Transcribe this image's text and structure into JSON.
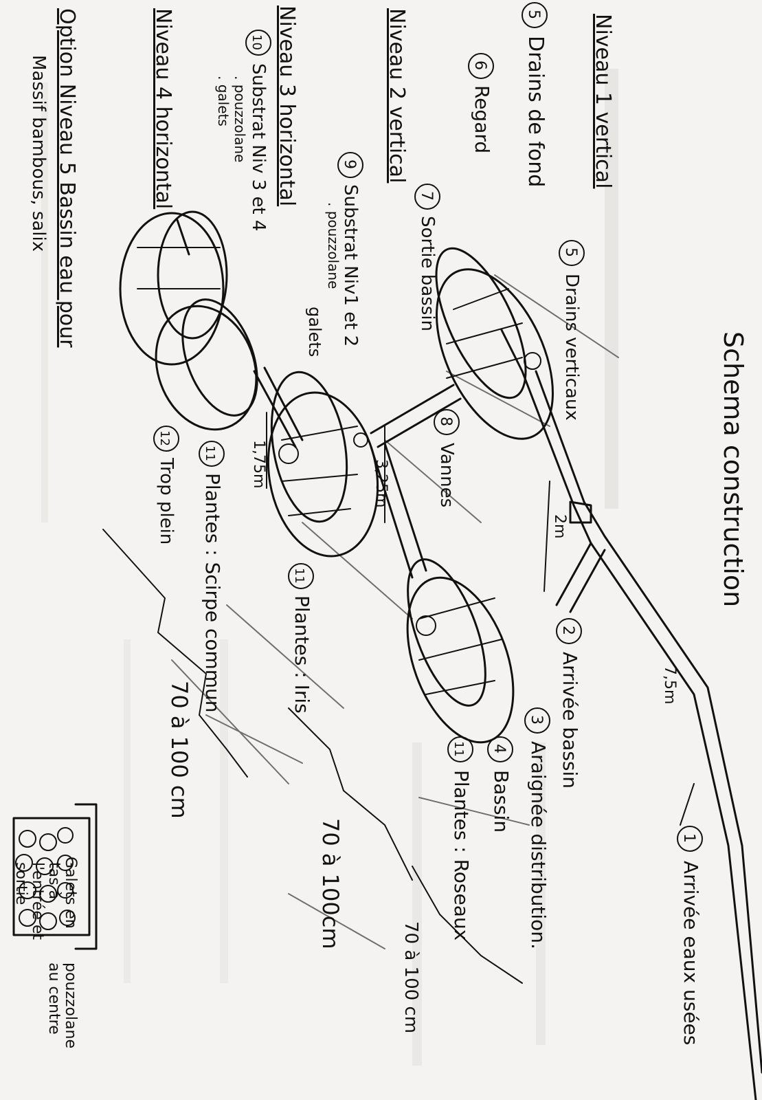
{
  "title": "Schema construction",
  "levels": {
    "n1": "Niveau 1 vertical",
    "n2": "Niveau 2 vertical",
    "n3": "Niveau 3 horizontal",
    "n4": "Niveau 4 horizontal",
    "n5": "Option Niveau 5 Bassin eau pour",
    "n5_sub": "Massif bambous, salix"
  },
  "legend": {
    "l5": "Drains de fond",
    "l6": "Regard",
    "l7": "Sortie bassin",
    "l9": "Substrat Niv1 et 2",
    "l9_sub": ". pouzzolane",
    "l10": "Substrat Niv 3 et 4",
    "l10_sub1": ". pouzzolane",
    "l10_sub2": ". galets"
  },
  "labels": {
    "a1": "Arrivée eaux usées",
    "a2": "Arrivée bassin",
    "a3": "Araignée distribution.",
    "a4": "Bassin",
    "a4b": "Plantes : Roseaux",
    "a5b": "Drains verticaux",
    "a8": "Vannes",
    "a11a": "Plantes : Iris",
    "a11b": "Plantes : Scirpe commun",
    "a12": "Trop plein",
    "galets": "galets",
    "gal_note1": "Galets en",
    "gal_note2": "tas à",
    "gal_note3": "l'entrée et",
    "gal_note4": "sortie",
    "pouz_note1": "pouzzolane",
    "pouz_note2": "au centre"
  },
  "badges": {
    "b1": "1",
    "b2": "2",
    "b3": "3",
    "b4": "4",
    "b5": "5",
    "b5b": "5",
    "b6": "6",
    "b7": "7",
    "b8": "8",
    "b9": "9",
    "b10": "10",
    "b11a": "11",
    "b11b": "11",
    "b12": "12"
  },
  "dimensions": {
    "d1": "7,5m",
    "d2": "2m",
    "d3": "3,25m",
    "d4": "1,75m",
    "depth1": "70 à 100 cm",
    "depth2": "70 à 100cm",
    "depth3": "70 à 100 cm"
  }
}
